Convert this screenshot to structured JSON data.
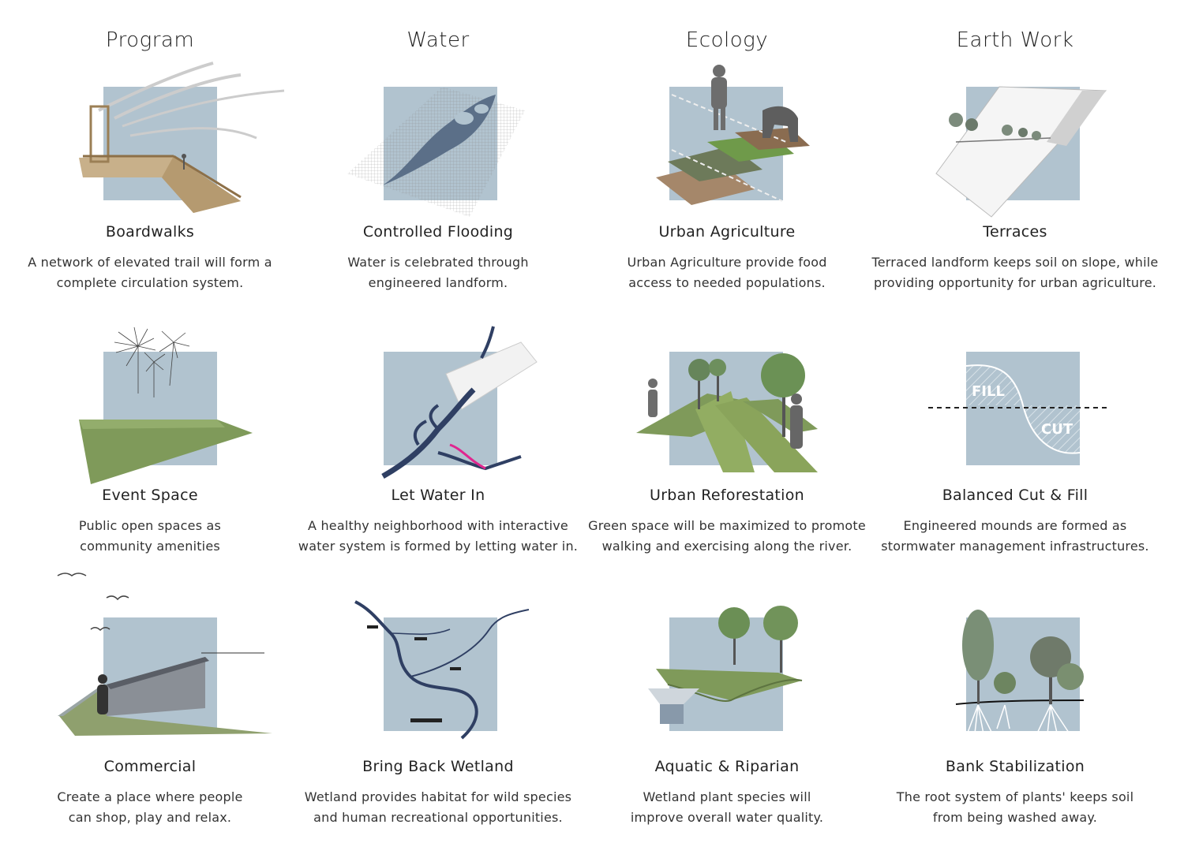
{
  "columns": [
    "Program",
    "Water",
    "Ecology",
    "Earth Work"
  ],
  "colors": {
    "panel": "#b1c3cf",
    "river": "#2f3f63",
    "grass": "#7f9a5a",
    "magenta": "#e0268f"
  },
  "cells": [
    {
      "title": "Boardwalks",
      "lines": [
        "A network of elevated trail will form a",
        "complete circulation system."
      ],
      "icon": "boardwalk-icon"
    },
    {
      "title": "Controlled Flooding",
      "lines": [
        "Water is celebrated through",
        "engineered landform."
      ],
      "icon": "flood-grid-icon"
    },
    {
      "title": "Urban Agriculture",
      "lines": [
        "Urban Agriculture provide food",
        "access to needed populations."
      ],
      "icon": "agriculture-icon"
    },
    {
      "title": "Terraces",
      "lines": [
        "Terraced landform keeps soil on slope, while",
        "providing opportunity for urban agriculture."
      ],
      "icon": "terrace-icon"
    },
    {
      "title": "Event Space",
      "lines": [
        "Public open spaces as",
        "community amenities"
      ],
      "icon": "fireworks-icon"
    },
    {
      "title": "Let Water In",
      "lines": [
        "A healthy neighborhood with interactive",
        "water system is formed by letting water in."
      ],
      "icon": "river-map-icon"
    },
    {
      "title": "Urban Reforestation",
      "lines": [
        "Green space will be maximized to promote",
        "walking and exercising along the river."
      ],
      "icon": "trees-icon"
    },
    {
      "title": "Balanced Cut & Fill",
      "lines": [
        "Engineered mounds are formed as",
        "stormwater management infrastructures."
      ],
      "icon": "cut-fill-icon"
    },
    {
      "title": "Commercial",
      "lines": [
        "Create a place where people",
        "can shop, play and relax."
      ],
      "icon": "market-hall-icon"
    },
    {
      "title": "Bring Back Wetland",
      "lines": [
        "Wetland provides habitat for wild species",
        "and human recreational opportunities."
      ],
      "icon": "wetland-icon"
    },
    {
      "title": "Aquatic & Riparian",
      "lines": [
        "Wetland plant species will",
        "improve overall water quality."
      ],
      "icon": "riparian-icon"
    },
    {
      "title": "Bank Stabilization",
      "lines": [
        "The root system of plants' keeps soil",
        "from being washed away."
      ],
      "icon": "roots-icon"
    }
  ],
  "diagram_labels": {
    "fill": "FILL",
    "cut": "CUT"
  }
}
